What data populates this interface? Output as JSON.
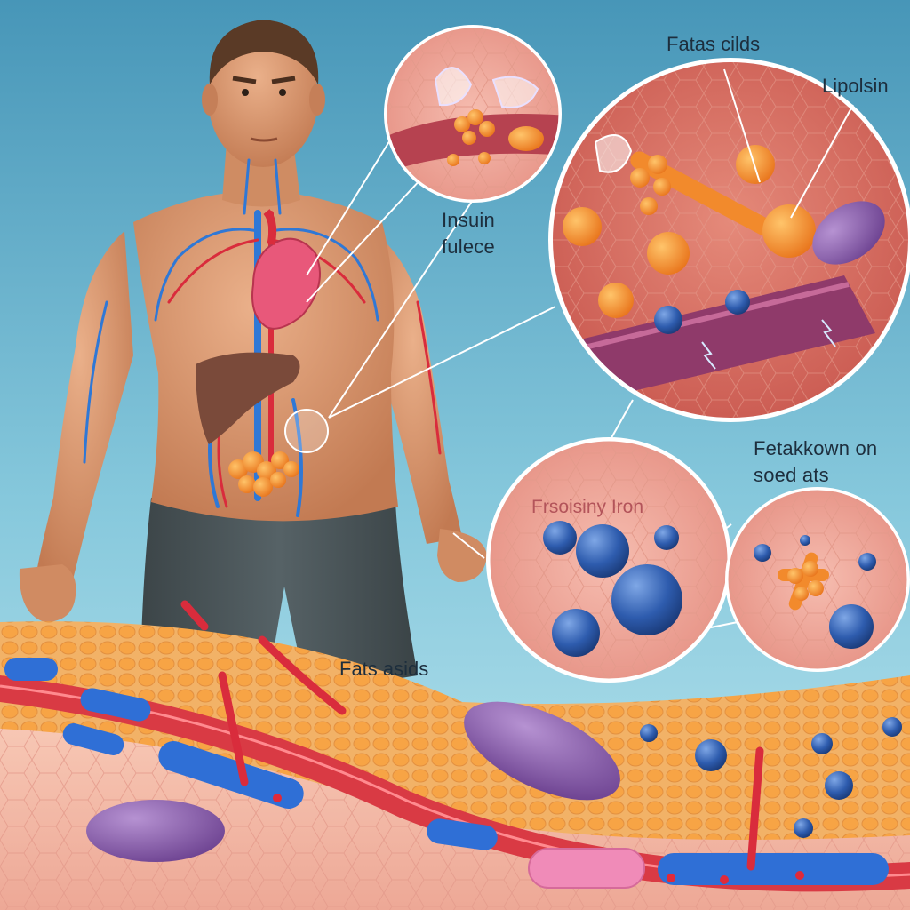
{
  "labels": {
    "fatty_cells": "Fatas cilds",
    "lipolysis": "Lipolsin",
    "insulin": "Insuin\nfulece",
    "breakdown": "Fetakkown on\nsoed ats",
    "processing": "Frsoisiny Iron",
    "fatty_acids": "Fats asids"
  },
  "colors": {
    "background_top": "#4c9fbf",
    "background_bottom": "#a9dcea",
    "skin": "#d9946a",
    "artery": "#d92c3c",
    "vein": "#2f78d6",
    "fat_cell": "#f39a3a",
    "tissue": "#f4b3a6",
    "molecule_blue": "#2c5aa8",
    "lipase_purple": "#8a5aa8"
  }
}
